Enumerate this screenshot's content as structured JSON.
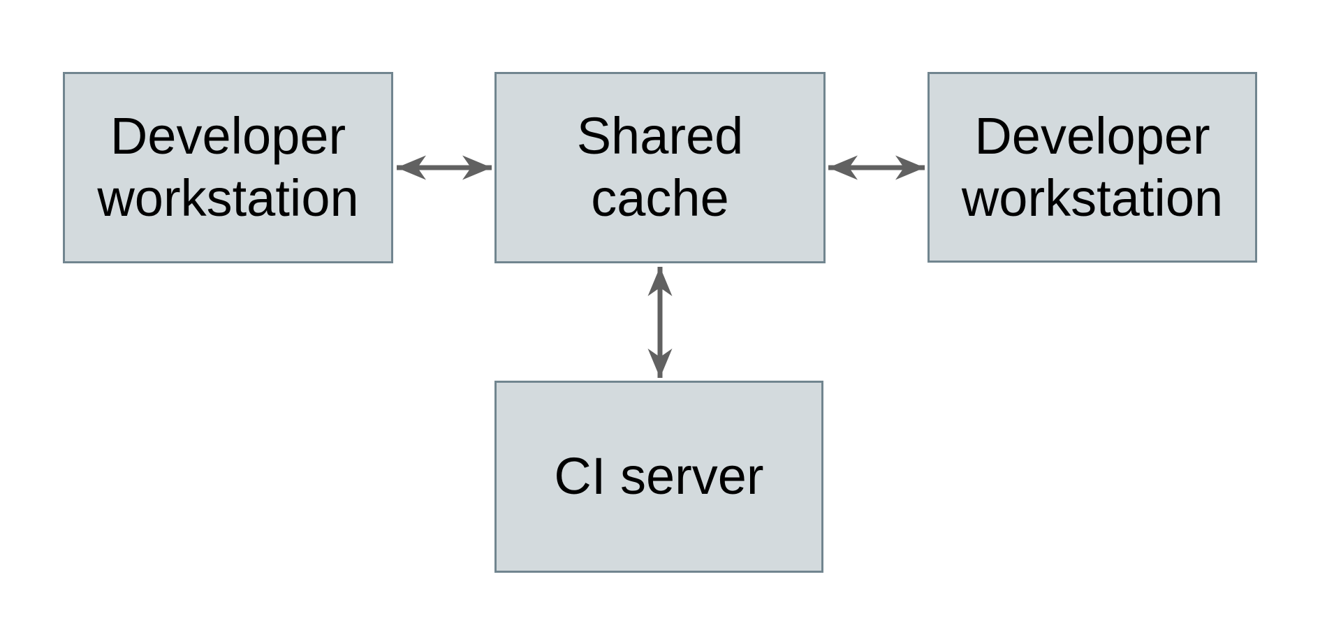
{
  "diagram": {
    "type": "architecture-diagram",
    "colors": {
      "background": "#ffffff",
      "node_fill": "#d3dadd",
      "node_border": "#71858f",
      "arrow": "#616161",
      "text": "#000000"
    },
    "nodes": [
      {
        "id": "developer-workstation-left",
        "label": "Developer workstation"
      },
      {
        "id": "shared-cache",
        "label": "Shared cache"
      },
      {
        "id": "developer-workstation-right",
        "label": "Developer workstation"
      },
      {
        "id": "ci-server",
        "label": "CI server"
      }
    ],
    "edges": [
      {
        "from": "developer-workstation-left",
        "to": "shared-cache",
        "direction": "bidirectional"
      },
      {
        "from": "shared-cache",
        "to": "developer-workstation-right",
        "direction": "bidirectional"
      },
      {
        "from": "shared-cache",
        "to": "ci-server",
        "direction": "bidirectional"
      }
    ]
  }
}
